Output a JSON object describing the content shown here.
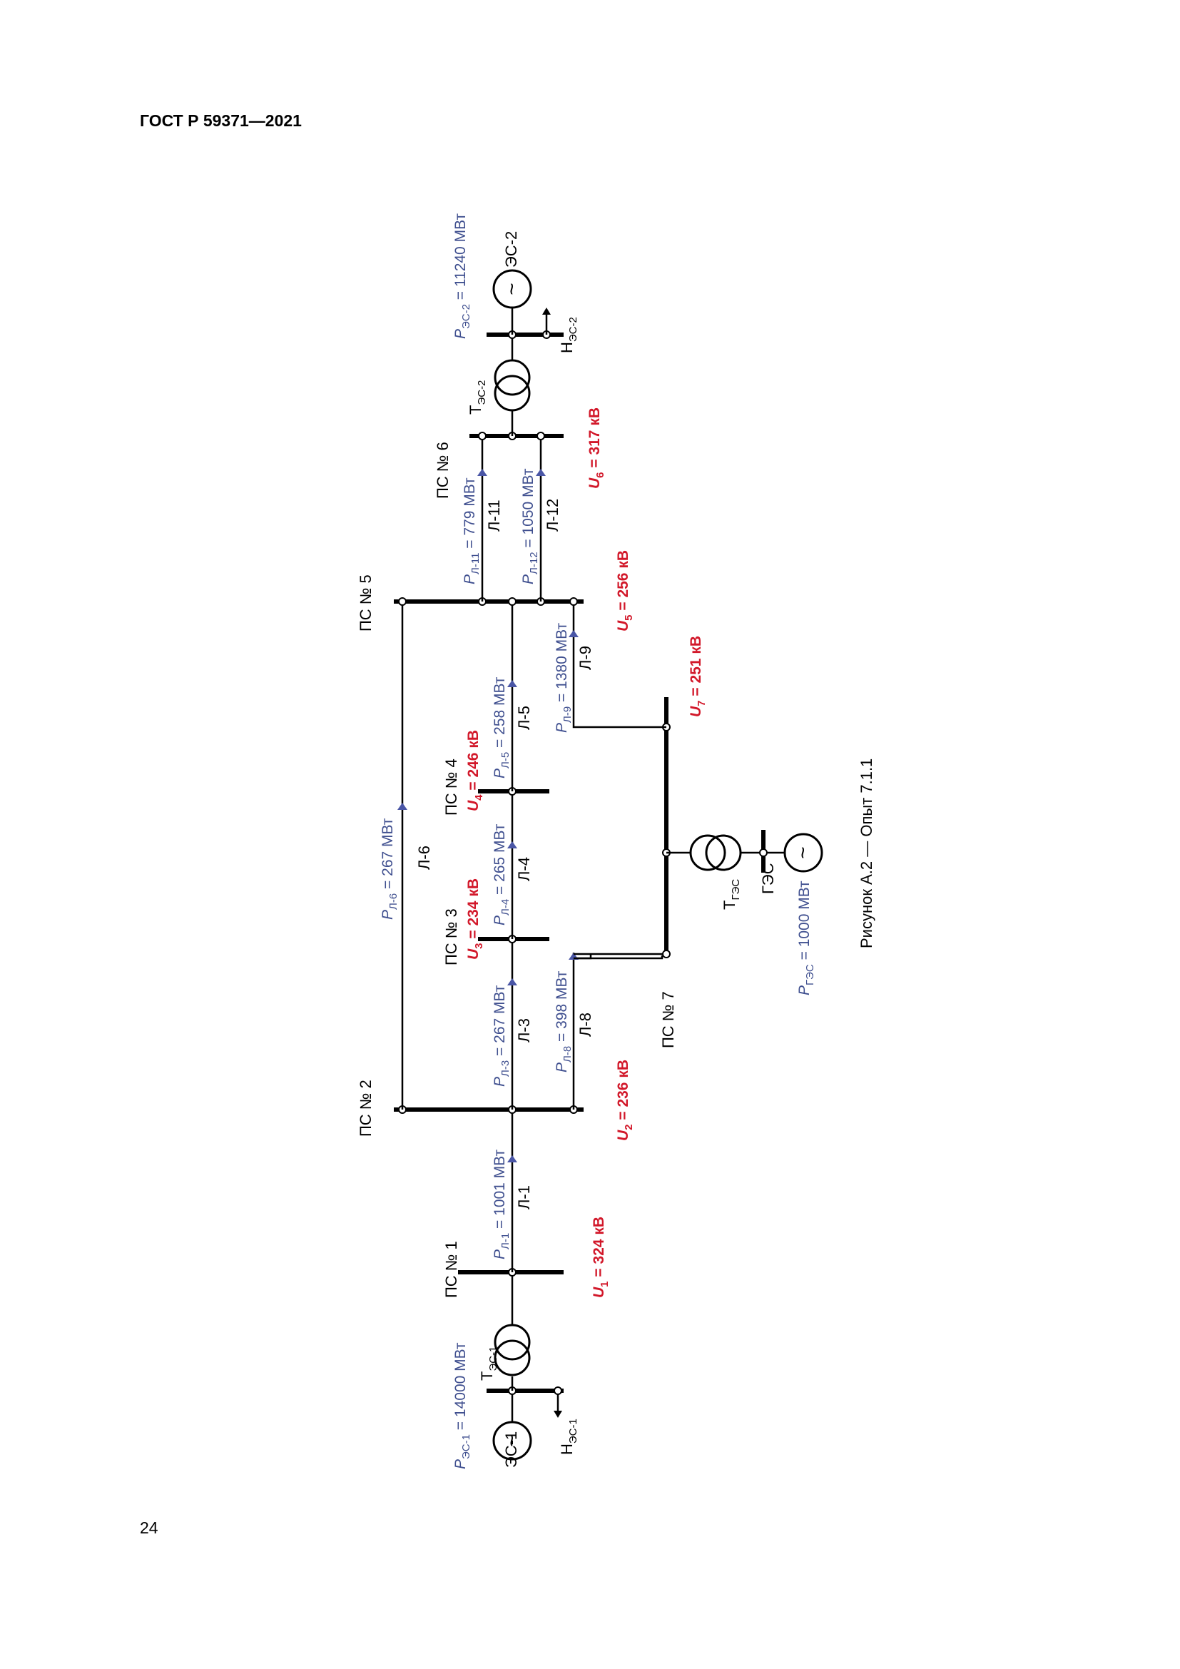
{
  "header": "ГОСТ Р 59371—2021",
  "page_number": "24",
  "figure_caption": "Рисунок А.2 — Опыт 7.1.1",
  "substations": {
    "ps1": "ПС № 1",
    "ps2": "ПС № 2",
    "ps3": "ПС № 3",
    "ps4": "ПС № 4",
    "ps5": "ПС № 5",
    "ps6": "ПС № 6",
    "ps7": "ПС № 7"
  },
  "generators": {
    "es1": {
      "name": "ЭС-1",
      "p_sym": "P",
      "p_sub": "ЭС-1",
      "p_val": " = 14000 МВт"
    },
    "es2": {
      "name": "ЭС-2",
      "p_sym": "P",
      "p_sub": "ЭС-2",
      "p_val": " = 11240 МВт"
    },
    "ges": {
      "name": "ГЭС",
      "p_sym": "P",
      "p_sub": "ГЭС",
      "p_val": " = 1000 МВт"
    }
  },
  "transformers": {
    "t_es1": {
      "sym": "Т",
      "sub": "ЭС-1"
    },
    "t_es2": {
      "sym": "Т",
      "sub": "ЭС-2"
    },
    "t_ges": {
      "sym": "Т",
      "sub": "ГЭС"
    }
  },
  "loads": {
    "n_es1": {
      "sym": "Н",
      "sub": "ЭС-1"
    },
    "n_es2": {
      "sym": "Н",
      "sub": "ЭС-2"
    }
  },
  "generator_symbol": "~",
  "lines": {
    "l1": {
      "name": "Л-1",
      "p_sym": "P",
      "p_sub": "Л-1",
      "p_val": " = 1001 МВт"
    },
    "l3": {
      "name": "Л-3",
      "p_sym": "P",
      "p_sub": "Л-3",
      "p_val": " = 267 МВт"
    },
    "l4": {
      "name": "Л-4",
      "p_sym": "P",
      "p_sub": "Л-4",
      "p_val": " = 265 МВт"
    },
    "l5": {
      "name": "Л-5",
      "p_sym": "P",
      "p_sub": "Л-5",
      "p_val": " = 258 МВт"
    },
    "l6": {
      "name": "Л-6",
      "p_sym": "P",
      "p_sub": "Л-6",
      "p_val": " = 267 МВт"
    },
    "l8": {
      "name": "Л-8",
      "p_sym": "P",
      "p_sub": "Л-8",
      "p_val": " = 398 МВт"
    },
    "l9": {
      "name": "Л-9",
      "p_sym": "P",
      "p_sub": "Л-9",
      "p_val": " = 1380 МВт"
    },
    "l11": {
      "name": "Л-11",
      "p_sym": "P",
      "p_sub": "Л-11",
      "p_val": " = 779 МВт"
    },
    "l12": {
      "name": "Л-12",
      "p_sym": "P",
      "p_sub": "Л-12",
      "p_val": " = 1050 МВт"
    }
  },
  "voltages": {
    "u1": {
      "sym": "U",
      "sub": "1",
      "val": " = 324 кВ"
    },
    "u2": {
      "sym": "U",
      "sub": "2",
      "val": " = 236 кВ"
    },
    "u3": {
      "sym": "U",
      "sub": "3",
      "val": " = 234 кВ"
    },
    "u4": {
      "sym": "U",
      "sub": "4",
      "val": " = 246 кВ"
    },
    "u5": {
      "sym": "U",
      "sub": "5",
      "val": " = 256 кВ"
    },
    "u6": {
      "sym": "U",
      "sub": "6",
      "val": " = 317 кВ"
    },
    "u7": {
      "sym": "U",
      "sub": "7",
      "val": " = 251 кВ"
    }
  },
  "colors": {
    "power_label": "#3f4f8f",
    "voltage_label": "#d2182a",
    "flow_arrow": "#4a56a6"
  }
}
